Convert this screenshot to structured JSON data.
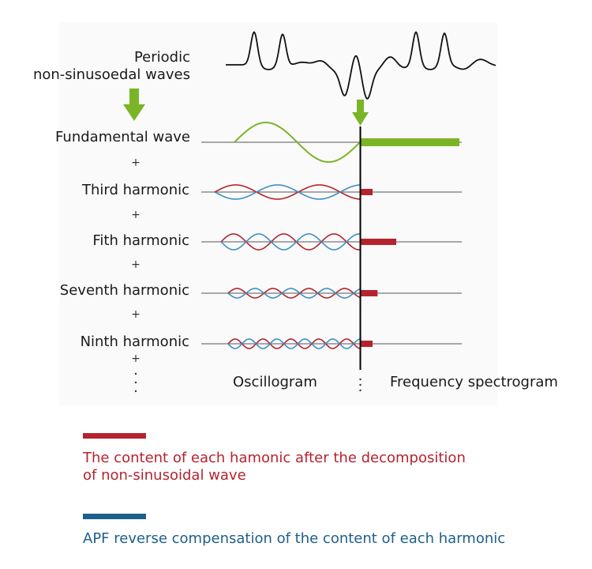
{
  "labels": {
    "periodic": "Periodic\nnon-sinusoedal waves",
    "fundamental": "Fundamental wave",
    "third": "Third harmonic",
    "fifth": "Fith harmonic",
    "seventh": "Seventh harmonic",
    "ninth": "Ninth harmonic",
    "plus": "+",
    "oscillogram": "Oscillogram",
    "spectrogram": "Frequency spectrogram"
  },
  "harmonics": [
    {
      "key": "fundamental",
      "order": 1,
      "spectrum_level": 1.0
    },
    {
      "key": "third",
      "order": 3,
      "spectrum_level": 0.12
    },
    {
      "key": "fifth",
      "order": 5,
      "spectrum_level": 0.36
    },
    {
      "key": "seventh",
      "order": 7,
      "spectrum_level": 0.17
    },
    {
      "key": "ninth",
      "order": 9,
      "spectrum_level": 0.12
    }
  ],
  "legend": {
    "decomposition_text": "The content of each hamonic after the decomposition\nof non-sinusoidal wave",
    "compensation_text": "APF reverse compensation of the content of each harmonic",
    "decomposition_color": "#b5232f",
    "compensation_color": "#1d5f8a"
  },
  "colors": {
    "fundamental": "#7ab526",
    "harmonic_red": "#b5232f",
    "harmonic_blue": "#3e8fc4",
    "axis": "#8c8c8c",
    "divider": "#000000",
    "arrow": "#7ab526"
  },
  "icons": {
    "down_arrow_left": "down-arrow-icon",
    "down_arrow_center": "down-arrow-icon",
    "vertical_ellipsis": "vertical-ellipsis-icon"
  }
}
